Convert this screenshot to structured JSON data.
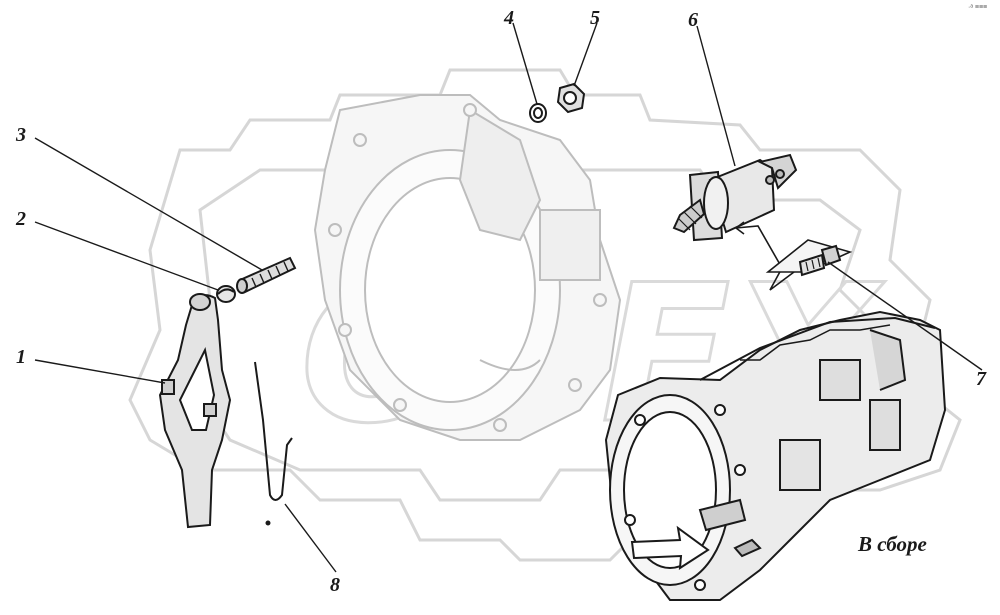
{
  "callouts": [
    {
      "id": 1,
      "label": "1",
      "part": "clutch release fork"
    },
    {
      "id": 2,
      "label": "2",
      "part": "fork pivot cap"
    },
    {
      "id": 3,
      "label": "3",
      "part": "pivot stud"
    },
    {
      "id": 4,
      "label": "4",
      "part": "washer"
    },
    {
      "id": 5,
      "label": "5",
      "part": "nut"
    },
    {
      "id": 6,
      "label": "6",
      "part": "clutch booster cylinder"
    },
    {
      "id": 7,
      "label": "7",
      "part": "bolt"
    },
    {
      "id": 8,
      "label": "8",
      "part": "spring clip"
    }
  ],
  "assembly_caption": "В сборе",
  "watermark": {
    "text": "OPEX",
    "color": "#d6d6d6"
  },
  "corner_mark": "·ᵃ ≡≡≡",
  "colors": {
    "line": "#1a1a1a",
    "part_fill": "#e2e2e2",
    "housing_line": "#b9b9b9",
    "background": "#ffffff"
  }
}
